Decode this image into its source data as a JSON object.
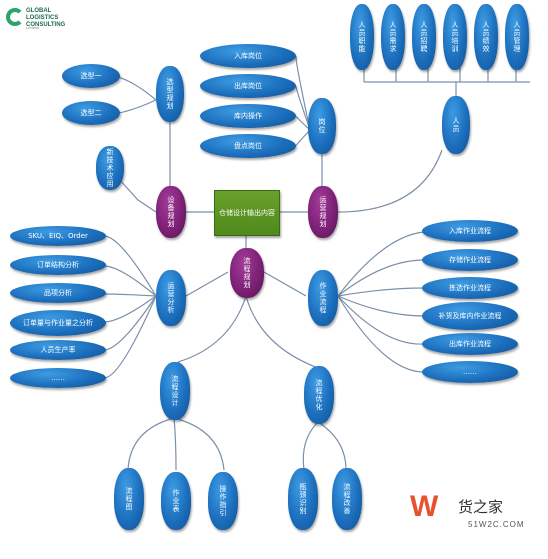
{
  "logo": {
    "line1": "GLOBAL",
    "line2": "LOGISTICS",
    "line3": "CONSULTING",
    "line4": "Limited"
  },
  "watermark": {
    "brand": "货之家",
    "url": "51W2C.COM"
  },
  "center": "仓储设计输出内容",
  "hubs": {
    "left": "设备规划",
    "right": "运营规划",
    "bottom": "流程规划"
  },
  "top_left": {
    "branch": "选型规划",
    "items": [
      "选型一",
      "选型二"
    ],
    "extra": "新技术应用"
  },
  "top_middle": {
    "branch": "岗位",
    "items": [
      "入库岗位",
      "出库岗位",
      "库内操作",
      "盘点岗位"
    ]
  },
  "top_right": {
    "branch": "人员",
    "items": [
      "人员职能",
      "人员需求",
      "人员招聘",
      "人员培训",
      "人员绩效",
      "人员管理"
    ]
  },
  "left_mid": {
    "branch": "运营分析",
    "items": [
      "SKU、EIQ、Order",
      "订单结构分析",
      "品项分析",
      "订单量与作业量之分析",
      "人员生产率",
      "……"
    ]
  },
  "right_mid": {
    "branch": "作业流程",
    "items": [
      "入库作业流程",
      "存储作业流程",
      "拣选作业流程",
      "补货及库内作业流程",
      "出库作业流程",
      "……"
    ]
  },
  "bottom_left": {
    "branch": "流程设计",
    "items": [
      "流程图",
      "作业表",
      "操作指引"
    ]
  },
  "bottom_right": {
    "branch": "流程优化",
    "items": [
      "瓶颈识别",
      "流程改善"
    ]
  }
}
